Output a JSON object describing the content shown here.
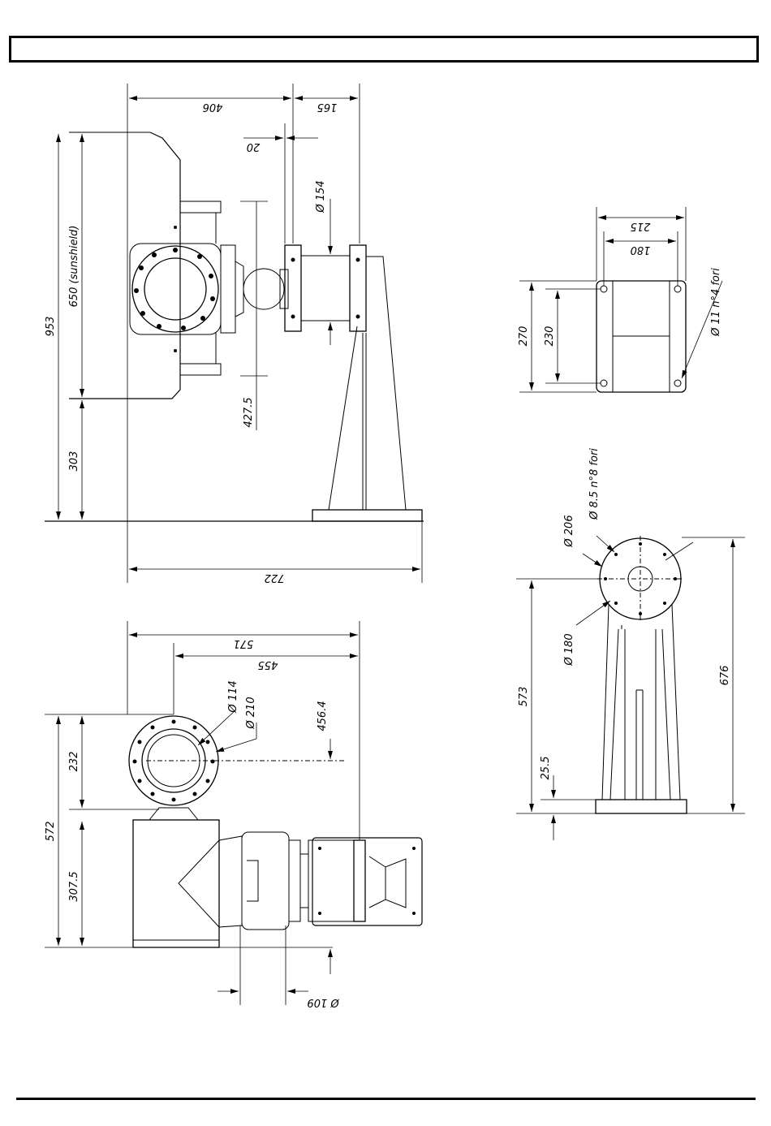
{
  "colors": {
    "line": "#000000",
    "background": "#ffffff"
  },
  "dimensions": {
    "side": {
      "w406": "406",
      "w165": "165",
      "w20": "20",
      "d154": "Ø 154",
      "h953": "953",
      "h650": "650  (sunshield)",
      "h303": "303",
      "h427": "427.5",
      "w722": "722"
    },
    "base_plate": {
      "w215": "215",
      "w180": "180",
      "h270": "270",
      "h230": "230",
      "holes": "Ø 11  n°4 fori"
    },
    "column": {
      "holes": "Ø 8.5  n°8 fori",
      "d206": "Ø 206",
      "d180": "Ø 180",
      "h573": "573",
      "h25": "25.5",
      "h676": "676"
    },
    "top": {
      "w571": "571",
      "w455": "455",
      "d114": "Ø 114",
      "d210": "Ø 210",
      "h456": "456.4",
      "h232": "232",
      "h572": "572",
      "h307": "307.5",
      "d109": "Ø 109"
    }
  }
}
